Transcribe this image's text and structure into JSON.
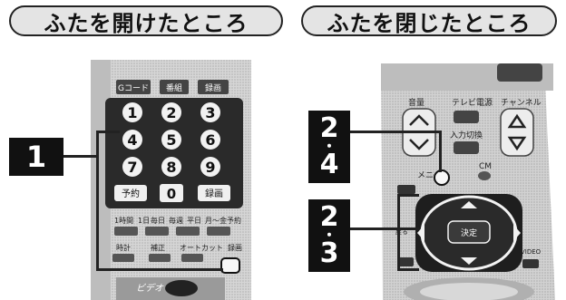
{
  "headers": {
    "open": "ふたを開けたところ",
    "closed": "ふたを閉じたところ"
  },
  "markers": {
    "open": "1",
    "closed_top": {
      "first": "2",
      "sep": "・",
      "second": "4"
    },
    "closed_bottom": {
      "first": "2",
      "sep": "・",
      "second": "3"
    }
  },
  "remote_open": {
    "top_buttons": [
      "Gコード",
      "番組",
      "録画"
    ],
    "digits": [
      "1",
      "2",
      "3",
      "4",
      "5",
      "6",
      "7",
      "8",
      "9"
    ],
    "bottom_row": {
      "left": "予約",
      "center": "0",
      "right": "録画"
    },
    "band_labels": [
      "1時間",
      "1日",
      "毎日",
      "毎週",
      "平日",
      "月〜金",
      "予約"
    ],
    "lower_labels": {
      "clock": "時計",
      "fix": "補正",
      "autocut": "オートカット",
      "right": "録画"
    },
    "bottom_label": "ビデオ"
  },
  "remote_closed": {
    "volume_label": "音量",
    "tv_power_label": "テレビ電源",
    "channel_label": "チャンネル",
    "input_label": "入力切換",
    "menu_label": "メニュー",
    "cm_label": "CM",
    "enter_label": "決定",
    "left_small": "戻る",
    "right_small": "VIDEO"
  },
  "colors": {
    "pill_bg": "#e4e4e4",
    "marker_bg": "#111111",
    "remote_light": "#cfcfcf",
    "keypad_dark": "#2a2a2a"
  }
}
